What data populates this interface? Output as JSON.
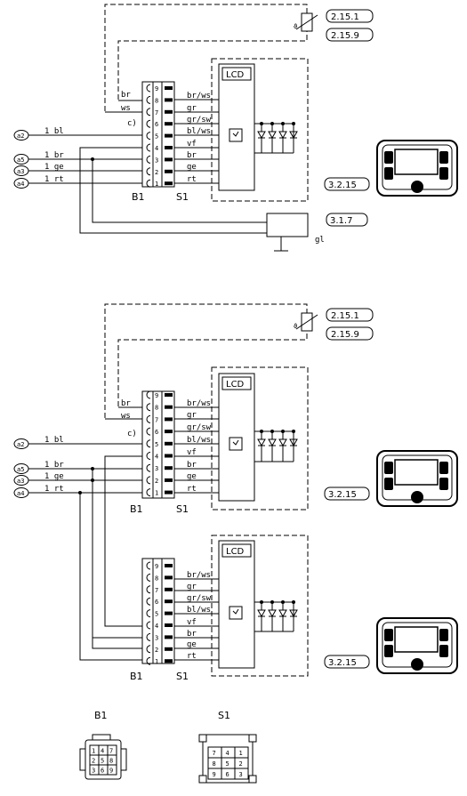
{
  "refs": {
    "r1": "2.15.1",
    "r2": "2.15.9",
    "r3": "3.2.15",
    "r4": "3.1.7"
  },
  "terminals": {
    "a2": "a2",
    "a5": "a5",
    "a3": "a3",
    "a4": "a4"
  },
  "wires_left": {
    "bl": "1 bl",
    "br": "1 br",
    "ge": "1 ge",
    "rt": "1 rt",
    "br_small": "br",
    "ws_small": "ws"
  },
  "note_c": "c)",
  "pin_numbers": [
    "9",
    "8",
    "7",
    "6",
    "5",
    "4",
    "3",
    "2",
    "1"
  ],
  "wires_right": [
    "br/ws",
    "gr",
    "gr/sw",
    "bl/ws",
    "vf",
    "br",
    "ge",
    "rt"
  ],
  "lcd_label": "LCD",
  "connectors": {
    "b1": "B1",
    "s1": "S1"
  },
  "gl_label": "gl",
  "b1_pins": [
    "1",
    "4",
    "7",
    "2",
    "5",
    "8",
    "3",
    "6",
    "9"
  ],
  "s1_pins": [
    "7",
    "4",
    "1",
    "8",
    "5",
    "2",
    "9",
    "6",
    "3"
  ]
}
